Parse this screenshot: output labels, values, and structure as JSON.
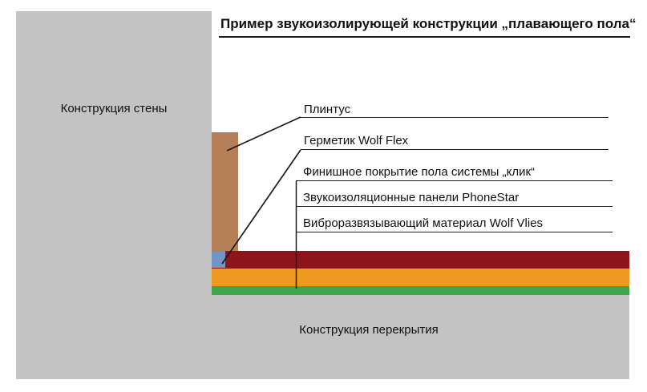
{
  "title": "Пример звукоизолирующей конструкции „плавающего пола“",
  "wall": {
    "label": "Конструкция стены"
  },
  "slab": {
    "label": "Конструкция перекрытия"
  },
  "callouts": [
    {
      "label": "Плинтус"
    },
    {
      "label": "Герметик Wolf Flex"
    },
    {
      "label": "Финишное покрытие пола системы „клик“"
    },
    {
      "label": "Звукоизоляционные панели PhoneStar"
    },
    {
      "label": "Виброразвязывающий материал Wolf Vlies"
    }
  ],
  "colors": {
    "structure_gray": "#c3c3c3",
    "skirting_brown": "#b57f57",
    "sealant_blue": "#7296c4",
    "finish_floor_red": "#8e141c",
    "phonestar_orange": "#f0991f",
    "wolf_vlies_green": "#3ea54b",
    "line_black": "#1a1a1a"
  }
}
